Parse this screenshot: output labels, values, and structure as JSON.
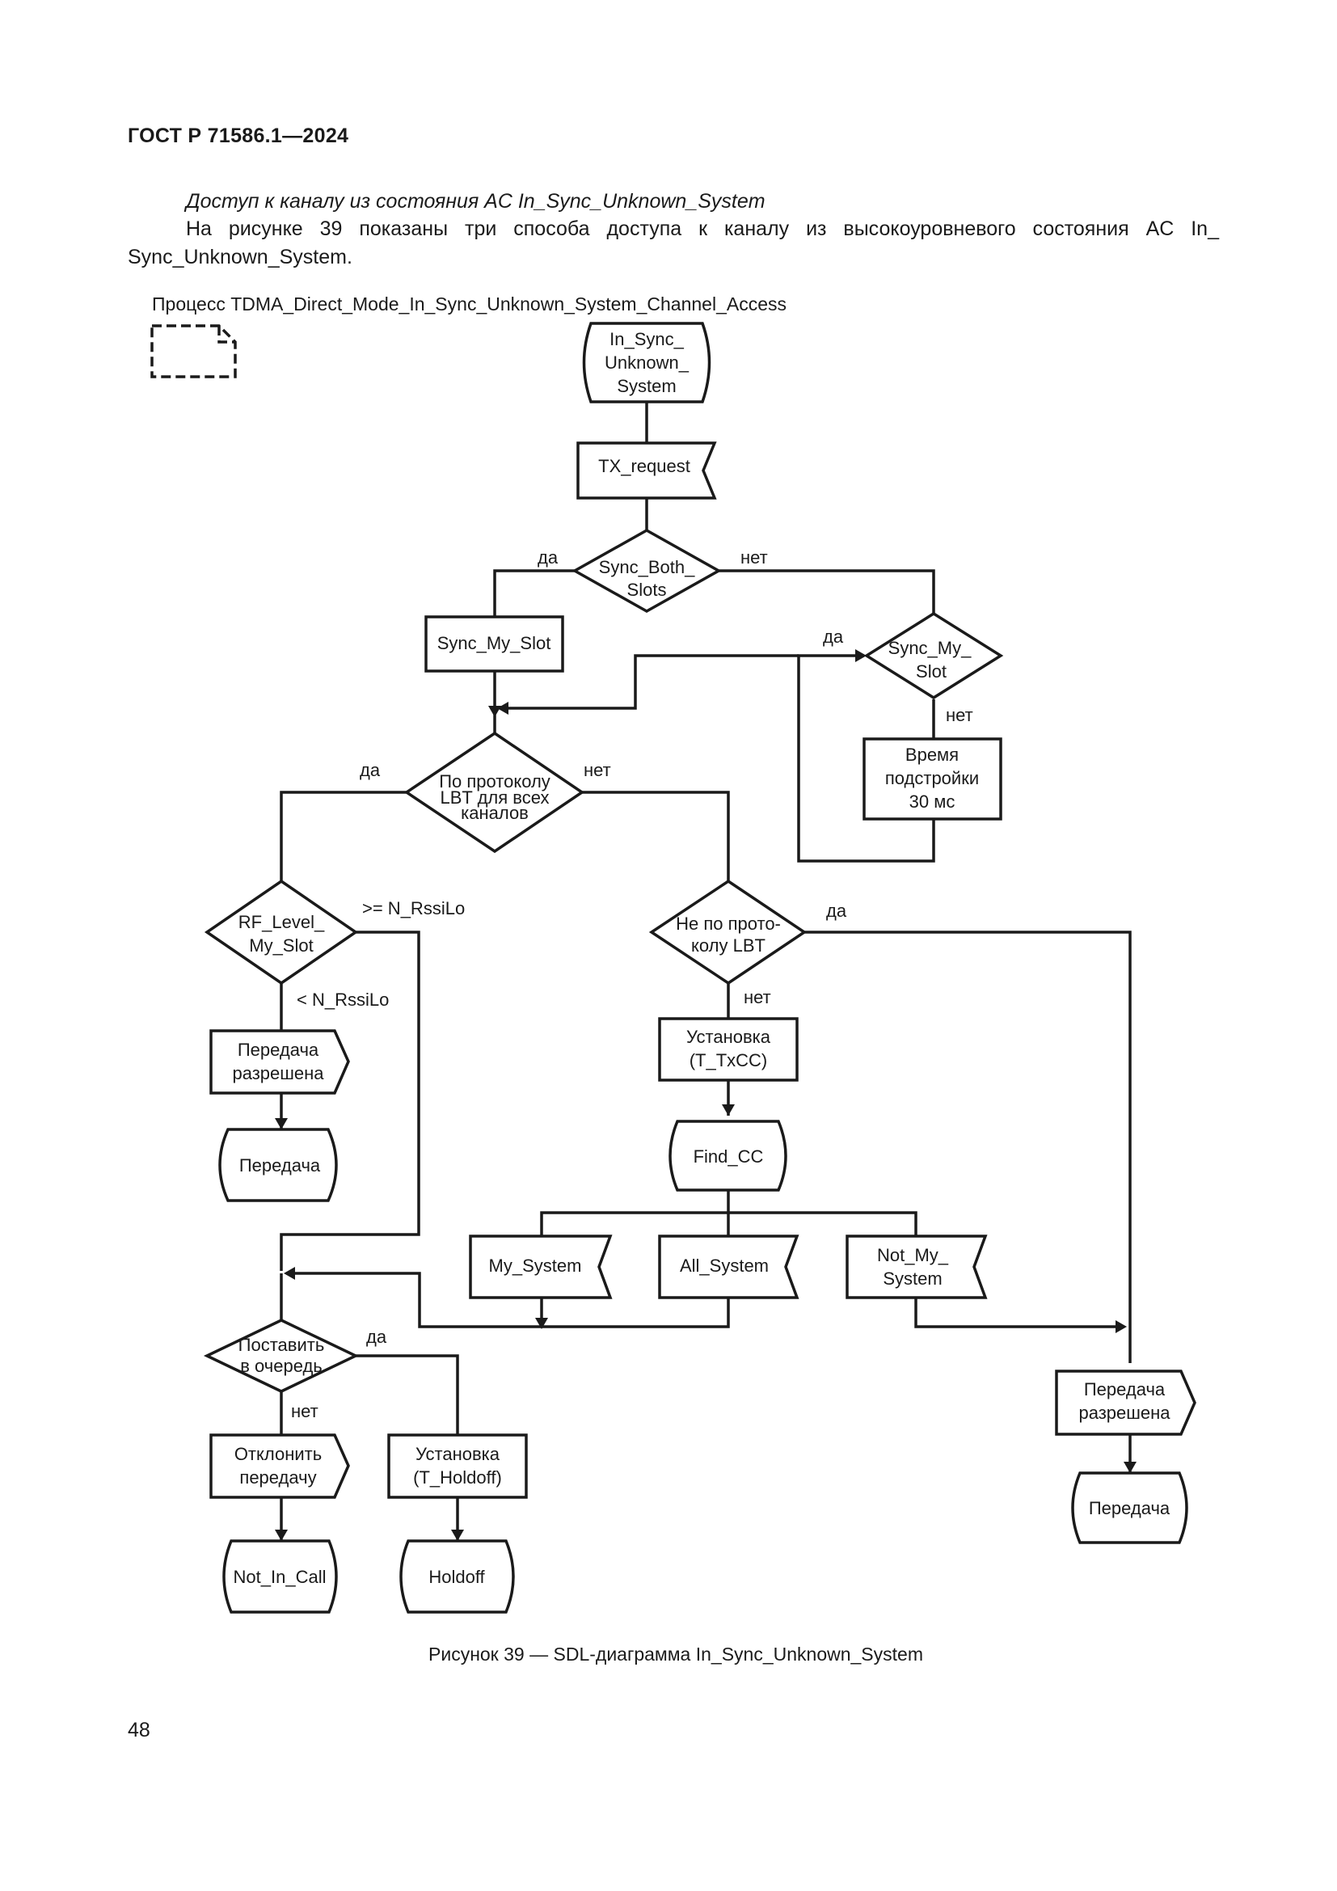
{
  "header": {
    "doc_id": "ГОСТ Р 71586.1—2024"
  },
  "text": {
    "subheading": "Доступ к каналу из состояния AC In_Sync_Unknown_System",
    "paragraph": "На рисунке 39 показаны три способа доступа к каналу из высокоуровневого состояния AC In_ Sync_Unknown_System."
  },
  "diagram": {
    "process_title": "Процесс TDMA_Direct_Mode_In_Sync_Unknown_System_Channel_Access",
    "start_state": [
      "In_Sync_",
      "Unknown_",
      "System"
    ],
    "tx_request": "TX_request",
    "sync_both": [
      "Sync_Both_",
      "Slots"
    ],
    "sync_my_slot": "Sync_My_Slot",
    "sync_my_decision": [
      "Sync_My_",
      "Slot"
    ],
    "adjust_time": [
      "Время",
      "подстройки",
      "30 мс"
    ],
    "lbt_all": [
      "По протоколу",
      "LBT для всех",
      "каналов"
    ],
    "rf_level": [
      "RF_Level_",
      "My_Slot"
    ],
    "rssi_ge": ">= N_RssiLo",
    "rssi_lt": "< N_RssiLo",
    "tx_allowed_left": [
      "Передача",
      "разрешена"
    ],
    "transmit_left": "Передача",
    "not_lbt": [
      "Не по прото-",
      "колу LBT"
    ],
    "set_txcc": [
      "Установка",
      "(T_TxCC)"
    ],
    "find_cc": "Find_CC",
    "my_system": "My_System",
    "all_system": "All_System",
    "not_my_system": [
      "Not_My_",
      "System"
    ],
    "queue": [
      "Поставить",
      "в очередь"
    ],
    "reject": [
      "Отклонить",
      "передачу"
    ],
    "set_holdoff": [
      "Установка",
      "(T_Holdoff)"
    ],
    "not_in_call": "Not_In_Call",
    "holdoff": "Holdoff",
    "tx_allowed_right": [
      "Передача",
      "разрешена"
    ],
    "transmit_right": "Передача",
    "labels": {
      "yes": "да",
      "no": "нет"
    }
  },
  "caption": "Рисунок 39 — SDL-диаграмма In_Sync_Unknown_System",
  "page_number": "48"
}
